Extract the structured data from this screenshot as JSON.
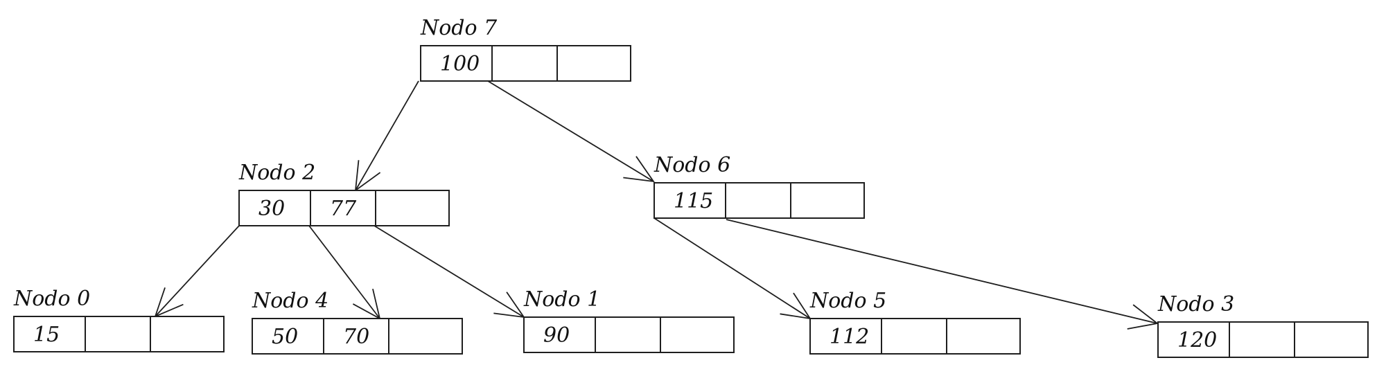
{
  "diagram": {
    "nodes": [
      {
        "id": "n7",
        "title": "Nodo 7",
        "keys": [
          "100",
          "",
          ""
        ]
      },
      {
        "id": "n2",
        "title": "Nodo 2",
        "keys": [
          "30",
          "77",
          ""
        ]
      },
      {
        "id": "n6",
        "title": "Nodo 6",
        "keys": [
          "115",
          "",
          ""
        ]
      },
      {
        "id": "n0",
        "title": "Nodo 0",
        "keys": [
          "15",
          "",
          ""
        ]
      },
      {
        "id": "n4",
        "title": "Nodo 4",
        "keys": [
          "50",
          "70",
          ""
        ]
      },
      {
        "id": "n1",
        "title": "Nodo 1",
        "keys": [
          "90",
          "",
          ""
        ]
      },
      {
        "id": "n5",
        "title": "Nodo 5",
        "keys": [
          "112",
          "",
          ""
        ]
      },
      {
        "id": "n3",
        "title": "Nodo 3",
        "keys": [
          "120",
          "",
          ""
        ]
      }
    ],
    "edges": [
      {
        "from": "n7",
        "to": "n2"
      },
      {
        "from": "n7",
        "to": "n6"
      },
      {
        "from": "n2",
        "to": "n0"
      },
      {
        "from": "n2",
        "to": "n4"
      },
      {
        "from": "n2",
        "to": "n1"
      },
      {
        "from": "n6",
        "to": "n5"
      },
      {
        "from": "n6",
        "to": "n3"
      }
    ],
    "colors": {
      "stroke": "#1e1e1e",
      "background": "#ffffff"
    }
  }
}
